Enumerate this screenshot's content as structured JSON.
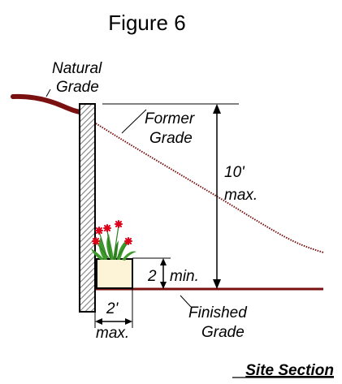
{
  "figure": {
    "title": "Figure 6",
    "caption": "Site Section",
    "labels": {
      "natural_grade_line1": "Natural",
      "natural_grade_line2": "Grade",
      "former_grade_line1": "Former",
      "former_grade_line2": "Grade",
      "wall_height_value": "10'",
      "wall_height_note": "max.",
      "planter_height_value": "2",
      "planter_height_note": "min.",
      "setback_value": "2'",
      "setback_note": "max.",
      "finished_grade_line1": "Finished",
      "finished_grade_line2": "Grade"
    }
  },
  "colors": {
    "grade_line": "#7a1010",
    "wall_hatch": "#808080",
    "planter_fill": "#fdf3d6",
    "flower_red": "#e0001a",
    "leaf_green": "#3f9a2e"
  }
}
